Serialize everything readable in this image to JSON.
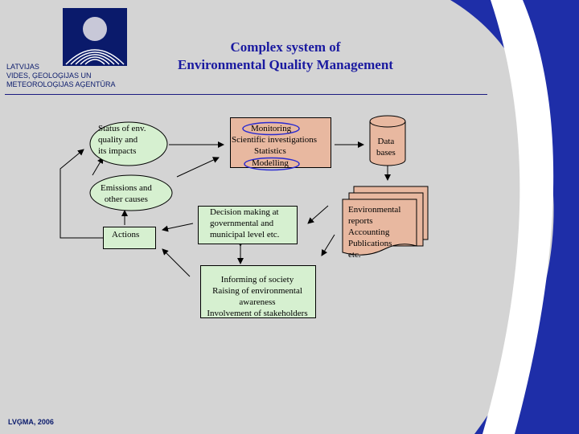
{
  "organization": {
    "name_lines": "LATVIJAS\nVIDES, ĢEOLOĢIJAS UN\nMETEOROLOĢIJAS AĢENTŪRA",
    "footer": "LVĢMA, 2006"
  },
  "title": {
    "line1": "Complex system of",
    "line2": "Environmental Quality Management"
  },
  "nodes": {
    "status": "Status of env.\nquality and\nits impacts",
    "emissions": "Emissions and\nother causes",
    "actions": "Actions",
    "monitoring": {
      "line1": "Monitoring",
      "line2": "Scientific investigations",
      "line3": "Statistics",
      "line4": "Modelling"
    },
    "databases": "Data\nbases",
    "decision": "Decision making at\ngovernmental and\nmunicipal level etc.",
    "reports": "Environmental\nreports\nAccounting\nPublications\netc.",
    "informing": "Informing of society\nRaising of environmental\nawareness\nInvolvement of stakeholders"
  },
  "colors": {
    "background": "#d4d4d4",
    "accent_blue": "#1a1aa0",
    "green_box": "#d6f0d0",
    "salmon_box": "#e8b8a0"
  }
}
